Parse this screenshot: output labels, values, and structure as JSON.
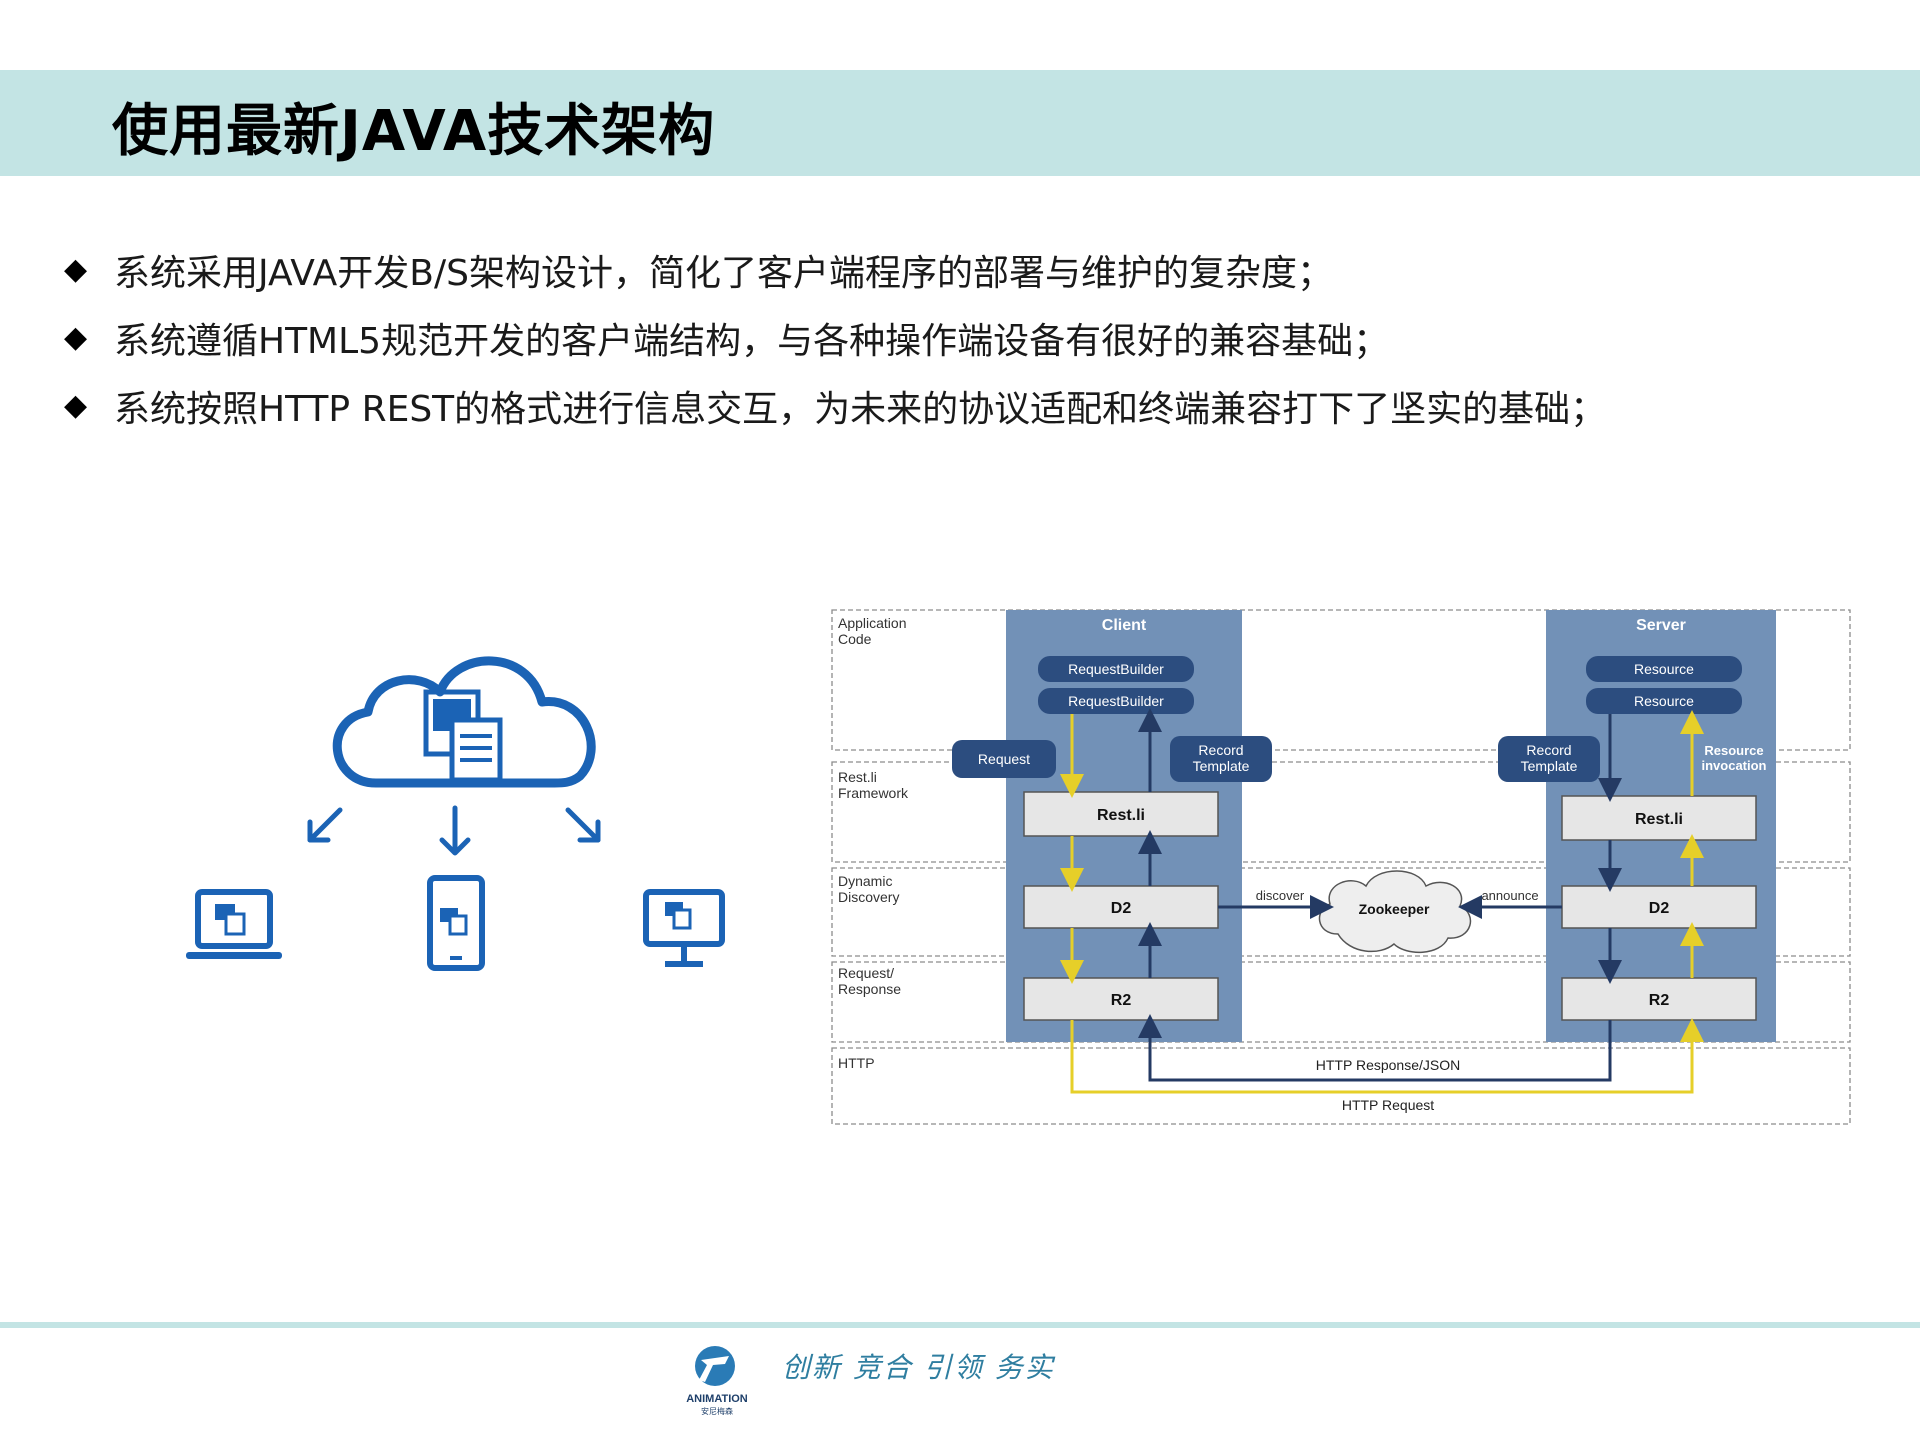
{
  "title": "使用最新JAVA技术架构",
  "bullets": [
    "系统采用JAVA开发B/S架构设计，简化了客户端程序的部署与维护的复杂度；",
    "系统遵循HTML5规范开发的客户端结构，与各种操作端设备有很好的兼容基础；",
    "系统按照HTTP REST的格式进行信息交互，为未来的协议适配和终端兼容打下了坚实的基础；"
  ],
  "diagram": {
    "layers": {
      "app": "Application\nCode",
      "framework": "Rest.li\nFramework",
      "discovery": "Dynamic\nDiscovery",
      "reqres": "Request/\nResponse",
      "http": "HTTP"
    },
    "client": {
      "title": "Client",
      "builder1": "RequestBuilder",
      "builder2": "RequestBuilder",
      "request": "Request",
      "record": "Record\nTemplate",
      "restli": "Rest.li",
      "d2": "D2",
      "r2": "R2"
    },
    "server": {
      "title": "Server",
      "resource1": "Resource",
      "resource2": "Resource",
      "record": "Record\nTemplate",
      "invocation": "Resource\ninvocation",
      "restli": "Rest.li",
      "d2": "D2",
      "r2": "R2"
    },
    "zookeeper": "Zookeeper",
    "discover": "discover",
    "announce": "announce",
    "http_response": "HTTP Response/JSON",
    "http_request": "HTTP Request"
  },
  "footer": {
    "logo_text": "ANIMATION",
    "logo_subtext": "安尼梅森",
    "slogan": "创新 竞合 引领  务实"
  },
  "colors": {
    "title_band": "#c3e4e4",
    "diagram_column": "#7291b7",
    "pill": "#2c4d7f",
    "arrow_yellow": "#e6cf29",
    "arrow_navy": "#243a63",
    "cloud_icon_blue": "#1b63b5",
    "slogan": "#2f7ea0"
  },
  "icons": [
    "cloud-icon",
    "laptop-icon",
    "tablet-icon",
    "monitor-icon",
    "arrow-down-left-icon",
    "arrow-down-icon",
    "arrow-down-right-icon"
  ]
}
